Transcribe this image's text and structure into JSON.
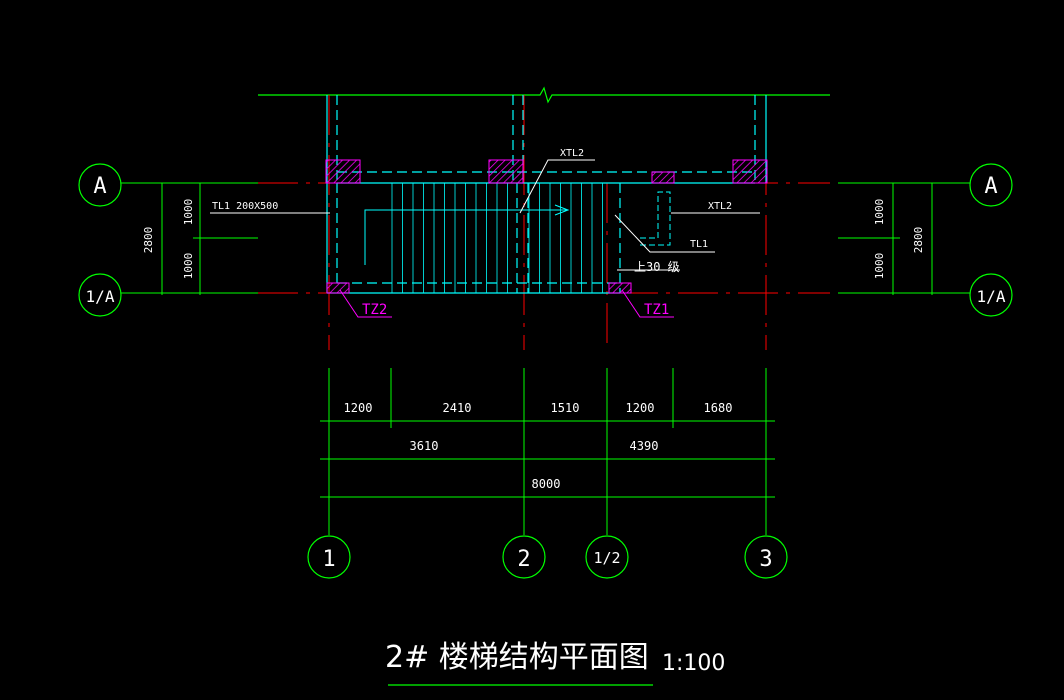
{
  "title": "2# 楼梯结构平面图",
  "scale": "1:100",
  "axes": {
    "horizontal": [
      {
        "label": "A"
      },
      {
        "label": "1/A"
      }
    ],
    "vertical": [
      {
        "label": "1"
      },
      {
        "label": "2"
      },
      {
        "label": "1/2"
      },
      {
        "label": "3"
      }
    ]
  },
  "dims_top": [
    "1200",
    "2410",
    "1510",
    "1200",
    "1680"
  ],
  "dims_mid": [
    "3610",
    "4390"
  ],
  "dims_total": "8000",
  "dims_left": {
    "seg1": "1000",
    "seg2": "1000",
    "total": "2800"
  },
  "dims_right": {
    "seg1": "1000",
    "seg2": "1000",
    "total": "2800"
  },
  "labels": {
    "tl1_left": "TL1  200X500",
    "xtl2_top": "XTL2",
    "xtl2_right": "XTL2",
    "tl1_right": "TL1",
    "steps": "上30 级",
    "tz2": "TZ2",
    "tz1": "TZ1"
  },
  "colors": {
    "axis": "#00ff00",
    "beam": "#00ffff",
    "centerline": "#ff0000",
    "column": "#ff00ff",
    "text": "#ffffff"
  }
}
